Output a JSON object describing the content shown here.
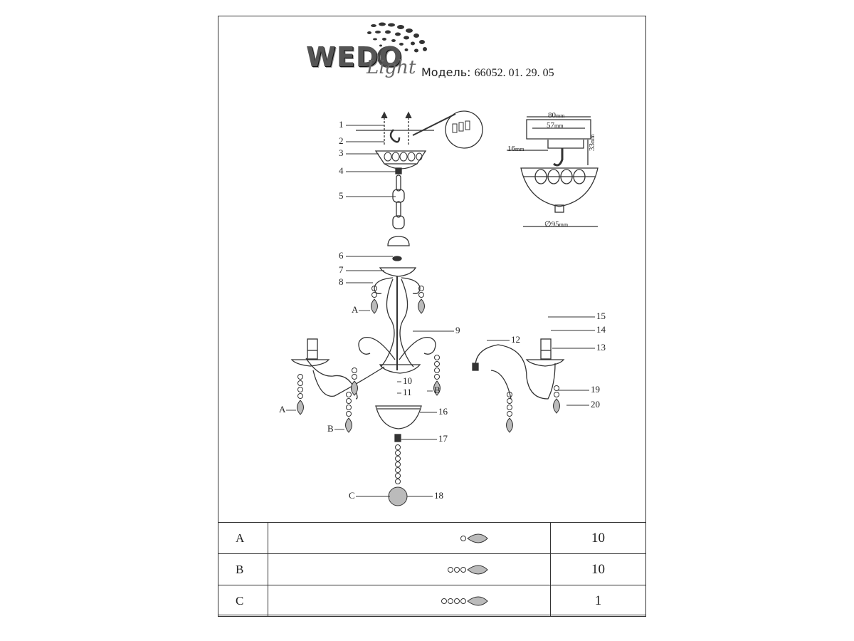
{
  "brand": {
    "name": "WEDO",
    "sub": "Light"
  },
  "model": {
    "label": "Модель:",
    "number": "66052. 01. 29. 05"
  },
  "part_numbers": [
    "1",
    "2",
    "3",
    "4",
    "5",
    "6",
    "7",
    "8",
    "9",
    "10",
    "11",
    "12",
    "13",
    "14",
    "15",
    "16",
    "17",
    "18",
    "19",
    "20"
  ],
  "pendant_letters": [
    "A",
    "A",
    "B",
    "B",
    "A",
    "B",
    "C"
  ],
  "dimensions": {
    "width_top": {
      "value": "80",
      "unit": "mm"
    },
    "width_inner": {
      "value": "57",
      "unit": "mm"
    },
    "left_offset": {
      "value": "16",
      "unit": "mm"
    },
    "height": {
      "value": "33",
      "unit": "mm"
    },
    "diameter": {
      "value": "∅95",
      "unit": "mm"
    }
  },
  "parts_table": [
    {
      "key": "A",
      "qty": "10",
      "icon": "pendant-a-icon"
    },
    {
      "key": "B",
      "qty": "10",
      "icon": "pendant-b-icon"
    },
    {
      "key": "C",
      "qty": "1",
      "icon": "pendant-c-icon"
    }
  ]
}
